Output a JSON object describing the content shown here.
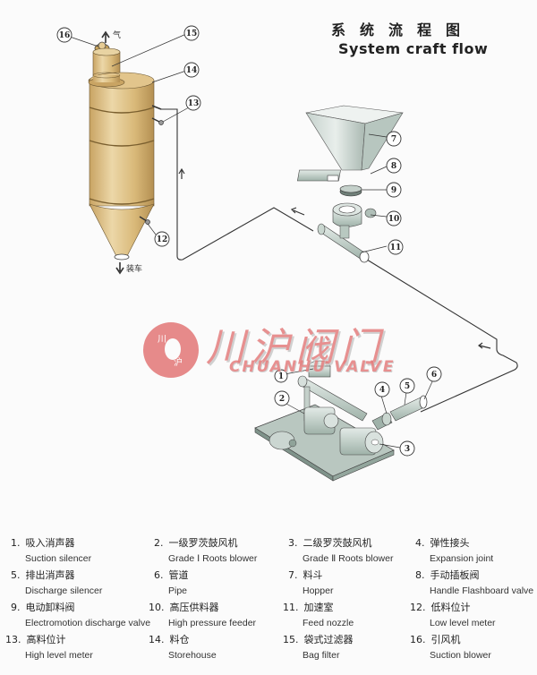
{
  "title": {
    "cn": "系统流程图",
    "en": "System craft flow"
  },
  "diagram": {
    "flow_notes": {
      "top_exhaust": "气",
      "bottom_discharge": "装车"
    },
    "callouts": [
      "1",
      "2",
      "3",
      "4",
      "5",
      "6",
      "7",
      "8",
      "9",
      "10",
      "11",
      "12",
      "13",
      "14",
      "15",
      "16"
    ],
    "colors": {
      "silo": "#d9b979",
      "silo_shadow": "#b8955a",
      "equipment": "#c9d6cf",
      "equipment_dark": "#8fa399",
      "pipe_line": "#333333"
    }
  },
  "watermark": {
    "logo_cn_1": "川",
    "logo_cn_2": "沪",
    "cn": "川沪阀门",
    "en": "CHUANHU VALVE",
    "color": "#e47e7e"
  },
  "legend": {
    "items": [
      {
        "num": "1.",
        "cn": "吸入消声器",
        "en": "Suction silencer"
      },
      {
        "num": "2.",
        "cn": "一级罗茨鼓风机",
        "en": "Grade Ⅰ Roots blower"
      },
      {
        "num": "3.",
        "cn": "二级罗茨鼓风机",
        "en": "Grade Ⅱ Roots blower"
      },
      {
        "num": "4.",
        "cn": "弹性接头",
        "en": "Expansion joint"
      },
      {
        "num": "5.",
        "cn": "排出消声器",
        "en": "Discharge silencer"
      },
      {
        "num": "6.",
        "cn": "管道",
        "en": "Pipe"
      },
      {
        "num": "7.",
        "cn": "料斗",
        "en": "Hopper"
      },
      {
        "num": "8.",
        "cn": "手动插板阀",
        "en": "Handle Flashboard valve"
      },
      {
        "num": "9.",
        "cn": "电动卸料阀",
        "en": "Electromotion discharge valve"
      },
      {
        "num": "10.",
        "cn": "高压供料器",
        "en": "High pressure feeder"
      },
      {
        "num": "11.",
        "cn": "加速室",
        "en": "Feed nozzle"
      },
      {
        "num": "12.",
        "cn": "低料位计",
        "en": "Low level meter"
      },
      {
        "num": "13.",
        "cn": "高料位计",
        "en": "High level meter"
      },
      {
        "num": "14.",
        "cn": "料仓",
        "en": "Storehouse"
      },
      {
        "num": "15.",
        "cn": "袋式过滤器",
        "en": "Bag filter"
      },
      {
        "num": "16.",
        "cn": "引风机",
        "en": "Suction blower"
      }
    ]
  }
}
